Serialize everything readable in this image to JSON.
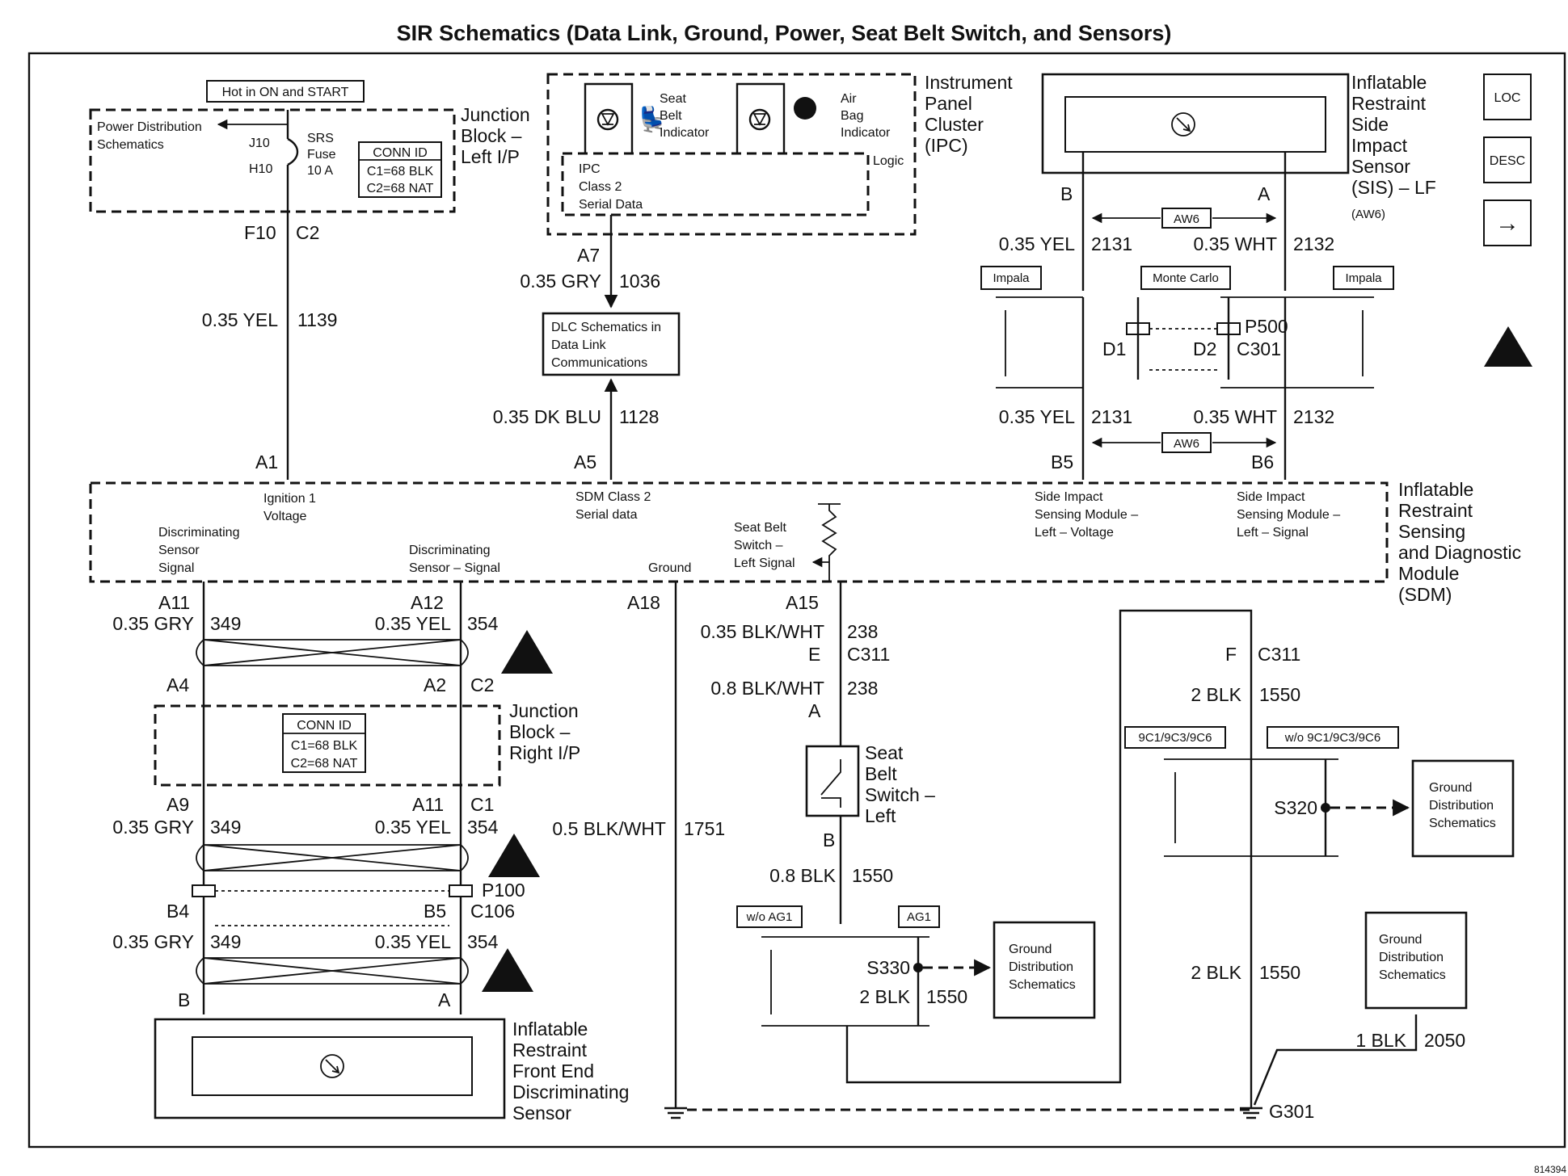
{
  "title": "SIR Schematics (Data Link, Ground, Power, Seat Belt Switch, and Sensors)",
  "figure_id": "814394",
  "junction_block_left": {
    "hot_label": "Hot in ON and START",
    "power_dist": [
      "Power Distribution",
      "Schematics"
    ],
    "pin_j10": "J10",
    "pin_h10": "H10",
    "fuse": [
      "SRS",
      "Fuse",
      "10 A"
    ],
    "conn_id": [
      "CONN ID",
      "C1=68 BLK",
      "C2=68 NAT"
    ],
    "name": [
      "Junction",
      "Block –",
      "Left I/P"
    ],
    "out_pin": "F10",
    "out_conn": "C2"
  },
  "ipc": {
    "seat_belt_indicator": [
      "Seat",
      "Belt",
      "Indicator"
    ],
    "air_bag_indicator": [
      "Air",
      "Bag",
      "Indicator"
    ],
    "logic": "Logic",
    "serial": [
      "IPC",
      "Class 2",
      "Serial Data"
    ],
    "name": [
      "Instrument",
      "Panel",
      "Cluster",
      "(IPC)"
    ],
    "pin": "A7"
  },
  "dlc": {
    "label": [
      "DLC Schematics in",
      "Data Link",
      "Communications"
    ]
  },
  "sis": {
    "name": [
      "Inflatable",
      "Restraint",
      "Side",
      "Impact",
      "Sensor",
      "(SIS) – LF"
    ],
    "option": "(AW6)",
    "pin_b": "B",
    "pin_a": "A",
    "aw6": "AW6",
    "impala": "Impala",
    "monte_carlo": "Monte Carlo",
    "p500": "P500",
    "c301": "C301",
    "d1": "D1",
    "d2": "D2",
    "pin_b5": "B5",
    "pin_b6": "B6"
  },
  "side_icons": [
    "LOC",
    "DESC",
    "→"
  ],
  "wires": {
    "w1139": [
      "0.35 YEL",
      "1139"
    ],
    "w1036": [
      "0.35 GRY",
      "1036"
    ],
    "w1128": [
      "0.35 DK BLU",
      "1128"
    ],
    "w2131": [
      "0.35 YEL",
      "2131"
    ],
    "w2132": [
      "0.35 WHT",
      "2132"
    ],
    "w349": [
      "0.35 GRY",
      "349"
    ],
    "w354": [
      "0.35 YEL",
      "354"
    ],
    "w1751": [
      "0.5 BLK/WHT",
      "1751"
    ],
    "w238a": [
      "0.35 BLK/WHT",
      "238"
    ],
    "w238b": [
      "0.8 BLK/WHT",
      "238"
    ],
    "w1550a": [
      "0.8 BLK",
      "1550"
    ],
    "w1550b": [
      "2 BLK",
      "1550"
    ],
    "w2050": [
      "1 BLK",
      "2050"
    ]
  },
  "sdm": {
    "name": [
      "Inflatable",
      "Restraint",
      "Sensing",
      "and Diagnostic",
      "Module",
      "(SDM)"
    ],
    "ign": [
      "Ignition 1",
      "Voltage"
    ],
    "serial": [
      "SDM Class 2",
      "Serial data"
    ],
    "disc1": [
      "Discriminating",
      "Sensor",
      "Signal"
    ],
    "disc2": [
      "Discriminating",
      "Sensor – Signal"
    ],
    "ground": "Ground",
    "seat_belt": [
      "Seat Belt",
      "Switch –",
      "Left Signal"
    ],
    "siv": [
      "Side Impact",
      "Sensing Module –",
      "Left – Voltage"
    ],
    "sis": [
      "Side Impact",
      "Sensing Module –",
      "Left – Signal"
    ],
    "pins": {
      "a1": "A1",
      "a5": "A5",
      "a11": "A11",
      "a12": "A12",
      "a18": "A18",
      "a15": "A15"
    }
  },
  "junction_block_right": {
    "name": [
      "Junction",
      "Block –",
      "Right I/P"
    ],
    "conn_id": [
      "CONN ID",
      "C1=68 BLK",
      "C2=68 NAT"
    ],
    "a4": "A4",
    "a2": "A2",
    "c2": "C2",
    "a9": "A9",
    "a11": "A11",
    "c1": "C1",
    "p100": "P100",
    "b4": "B4",
    "b5": "B5",
    "c106": "C106",
    "b": "B",
    "a": "A"
  },
  "front_sensor": {
    "name": [
      "Inflatable",
      "Restraint",
      "Front End",
      "Discriminating",
      "Sensor"
    ]
  },
  "seat_belt_switch": {
    "name": [
      "Seat",
      "Belt",
      "Switch –",
      "Left"
    ],
    "e": "E",
    "c311": "C311",
    "a": "A",
    "b": "B",
    "wo_ag1": "w/o AG1",
    "ag1": "AG1",
    "s330": "S330"
  },
  "ground_side": {
    "f": "F",
    "c311": "C311",
    "opt1": "9C1/9C3/9C6",
    "opt2": "w/o 9C1/9C3/9C6",
    "s320": "S320",
    "g301": "G301"
  },
  "ground_dist": [
    "Ground",
    "Distribution",
    "Schematics"
  ]
}
